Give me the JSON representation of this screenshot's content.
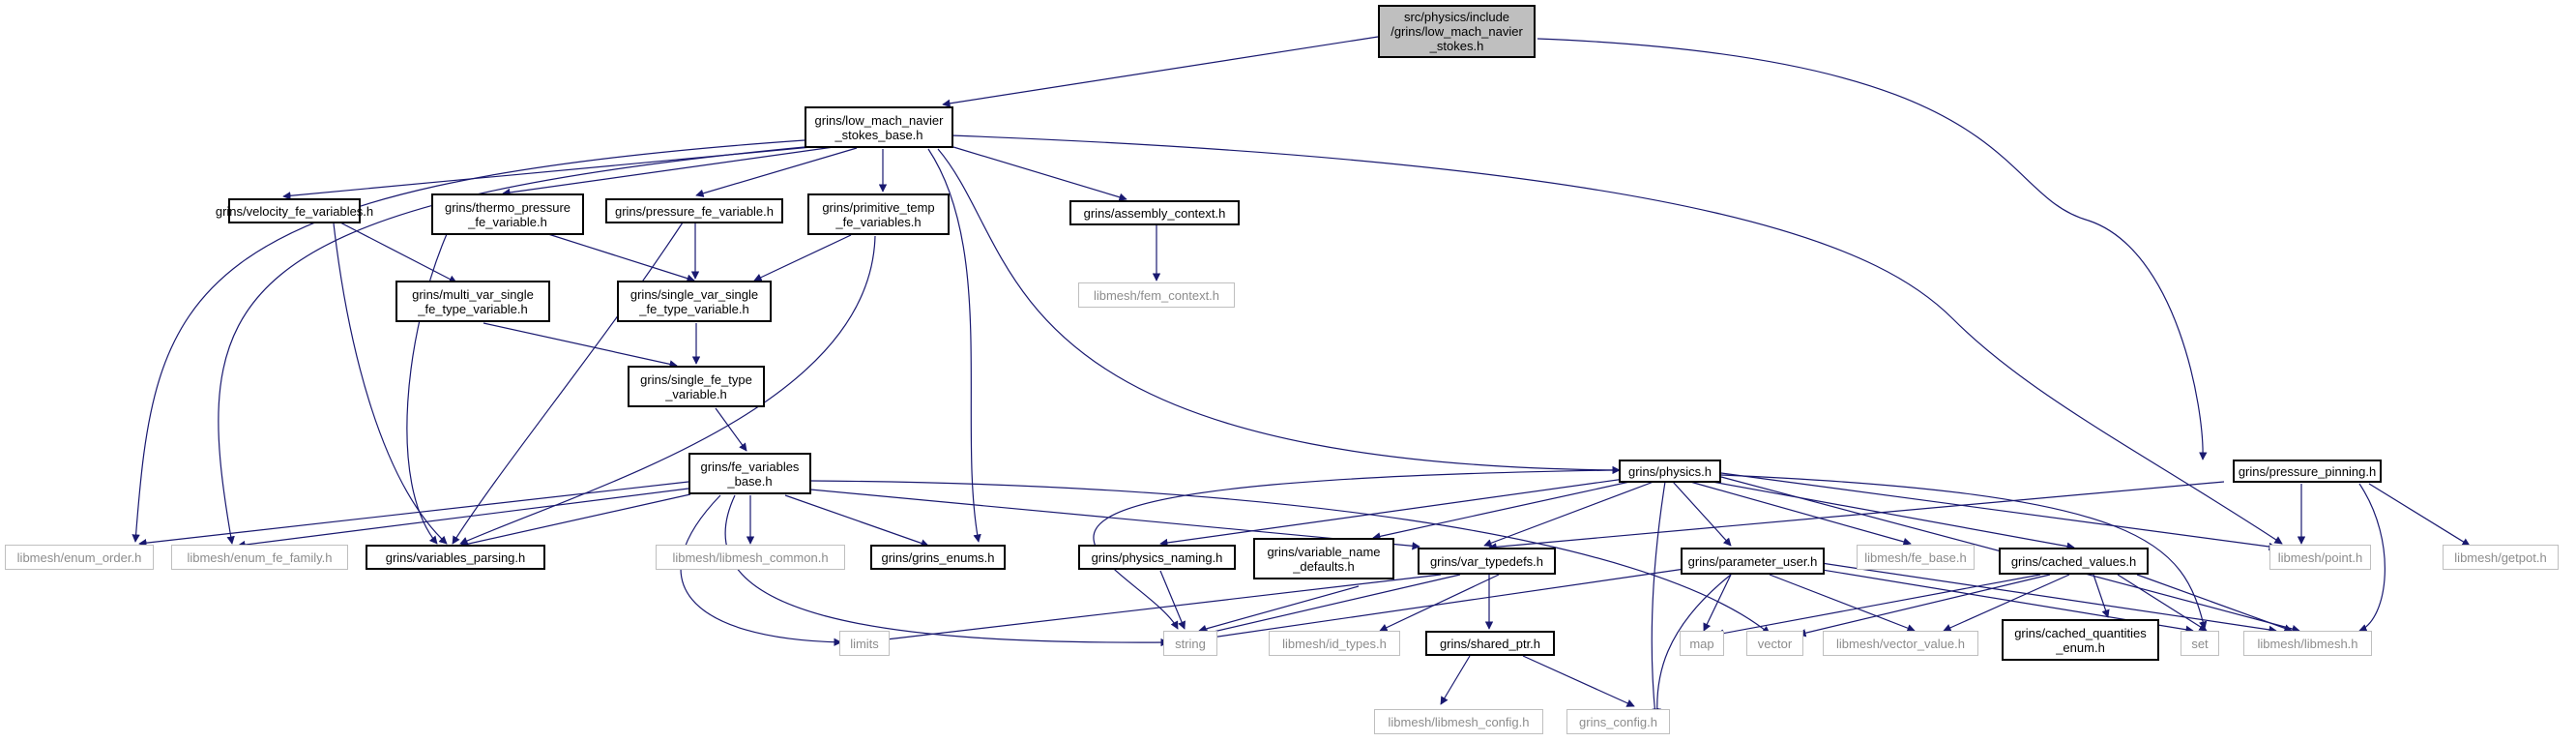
{
  "nodes": {
    "root": "src/physics/include\n/grins/low_mach_navier\n_stokes.h",
    "lmns_base": "grins/low_mach_navier\n_stokes_base.h",
    "velocity_fe": "grins/velocity_fe_variables.h",
    "thermo_pressure": "grins/thermo_pressure\n_fe_variable.h",
    "pressure_fe": "grins/pressure_fe_variable.h",
    "primitive_temp": "grins/primitive_temp\n_fe_variables.h",
    "assembly_context": "grins/assembly_context.h",
    "fem_context": "libmesh/fem_context.h",
    "multi_var": "grins/multi_var_single\n_fe_type_variable.h",
    "single_var": "grins/single_var_single\n_fe_type_variable.h",
    "single_fe": "grins/single_fe_type\n_variable.h",
    "fe_variables_base": "grins/fe_variables\n_base.h",
    "enum_order": "libmesh/enum_order.h",
    "enum_fe_family": "libmesh/enum_fe_family.h",
    "variables_parsing": "grins/variables_parsing.h",
    "libmesh_common": "libmesh/libmesh_common.h",
    "grins_enums": "grins/grins_enums.h",
    "physics": "grins/physics.h",
    "pressure_pinning": "grins/pressure_pinning.h",
    "physics_naming": "grins/physics_naming.h",
    "var_name_defaults": "grins/variable_name\n_defaults.h",
    "var_typedefs": "grins/var_typedefs.h",
    "parameter_user": "grins/parameter_user.h",
    "fe_base": "libmesh/fe_base.h",
    "cached_values": "grins/cached_values.h",
    "point": "libmesh/point.h",
    "getpot": "libmesh/getpot.h",
    "limits": "limits",
    "string": "string",
    "id_types": "libmesh/id_types.h",
    "shared_ptr": "grins/shared_ptr.h",
    "map": "map",
    "vector": "vector",
    "vector_value": "libmesh/vector_value.h",
    "cached_quantities_enum": "grins/cached_quantities\n_enum.h",
    "set": "set",
    "libmesh": "libmesh/libmesh.h",
    "libmesh_config": "libmesh/libmesh_config.h",
    "grins_config": "grins_config.h"
  },
  "colors": {
    "edge": "#191970",
    "external_border": "#bfbfbf",
    "external_text": "#8c8c8c",
    "root_fill": "#bfbfbf"
  }
}
